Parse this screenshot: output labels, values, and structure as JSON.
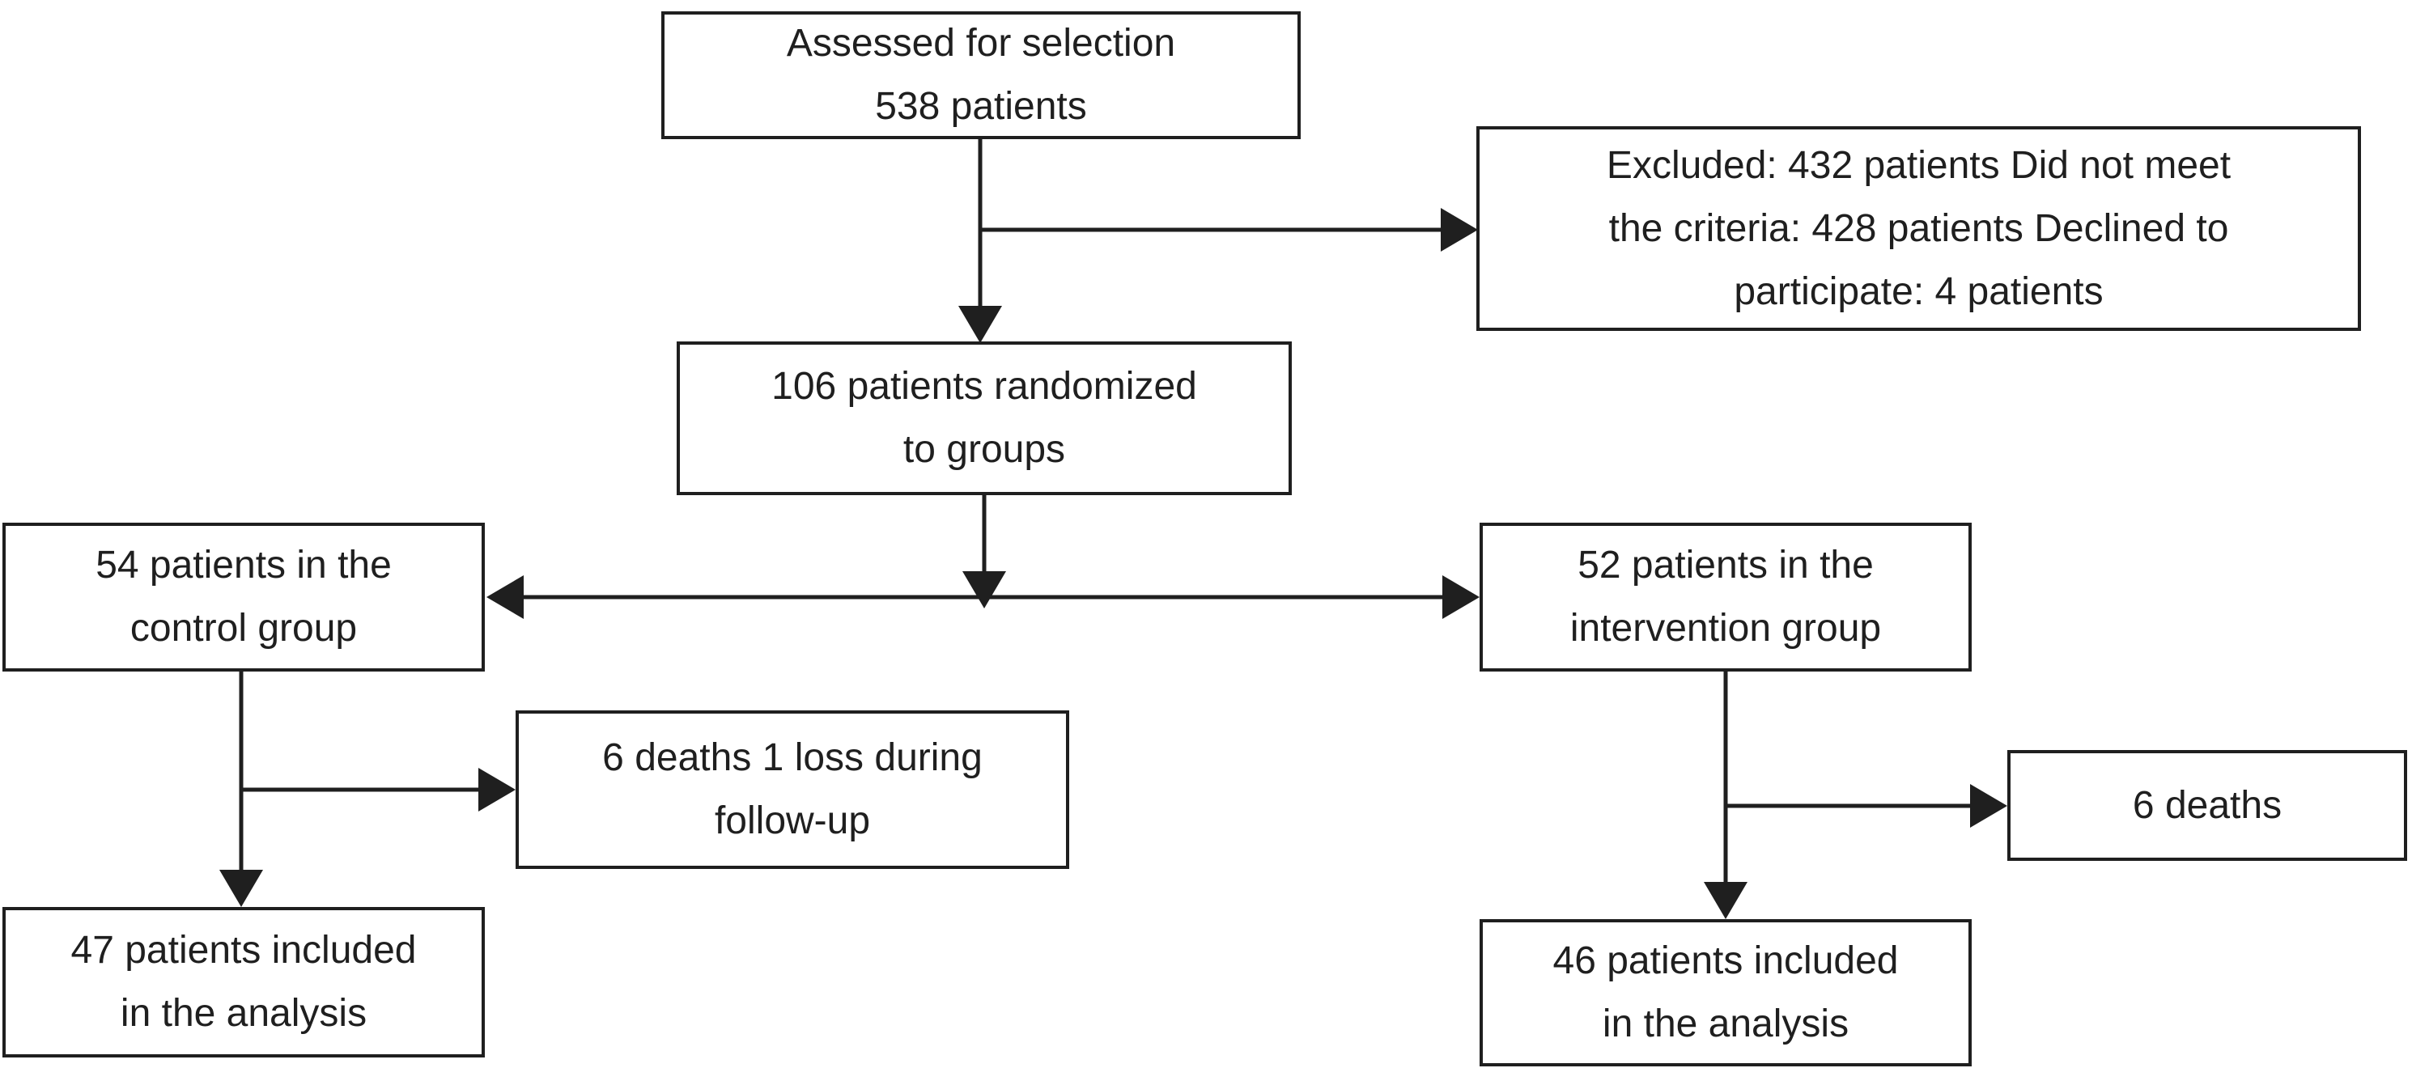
{
  "figure": {
    "type": "flowchart",
    "colors": {
      "background": "#ffffff",
      "ink": "#1f1f1f"
    },
    "nodes": {
      "assessed": {
        "lines": [
          "Assessed for selection",
          "538 patients"
        ]
      },
      "excluded": {
        "lines": [
          "Excluded: 432 patients Did not meet",
          "the criteria: 428 patients Declined to",
          "participate: 4 patients"
        ]
      },
      "randomized": {
        "lines": [
          "106 patients randomized",
          "to groups"
        ]
      },
      "control": {
        "lines": [
          "54 patients in the",
          "control group"
        ]
      },
      "intervention": {
        "lines": [
          "52 patients in the",
          "intervention group"
        ]
      },
      "control_attrition": {
        "lines": [
          "6 deaths 1 loss during",
          "follow-up"
        ]
      },
      "intervention_attrition": {
        "lines": [
          "6 deaths"
        ]
      },
      "control_analyzed": {
        "lines": [
          "47 patients included",
          "in the analysis"
        ]
      },
      "intervention_analyzed": {
        "lines": [
          "46 patients included",
          "in the analysis"
        ]
      }
    },
    "edges": [
      {
        "from": "assessed",
        "to": "randomized"
      },
      {
        "from": "assessed",
        "to": "excluded"
      },
      {
        "from": "randomized",
        "to": "control"
      },
      {
        "from": "randomized",
        "to": "intervention"
      },
      {
        "from": "control",
        "to": "control_attrition"
      },
      {
        "from": "control",
        "to": "control_analyzed"
      },
      {
        "from": "intervention",
        "to": "intervention_attrition"
      },
      {
        "from": "intervention",
        "to": "intervention_analyzed"
      }
    ]
  }
}
